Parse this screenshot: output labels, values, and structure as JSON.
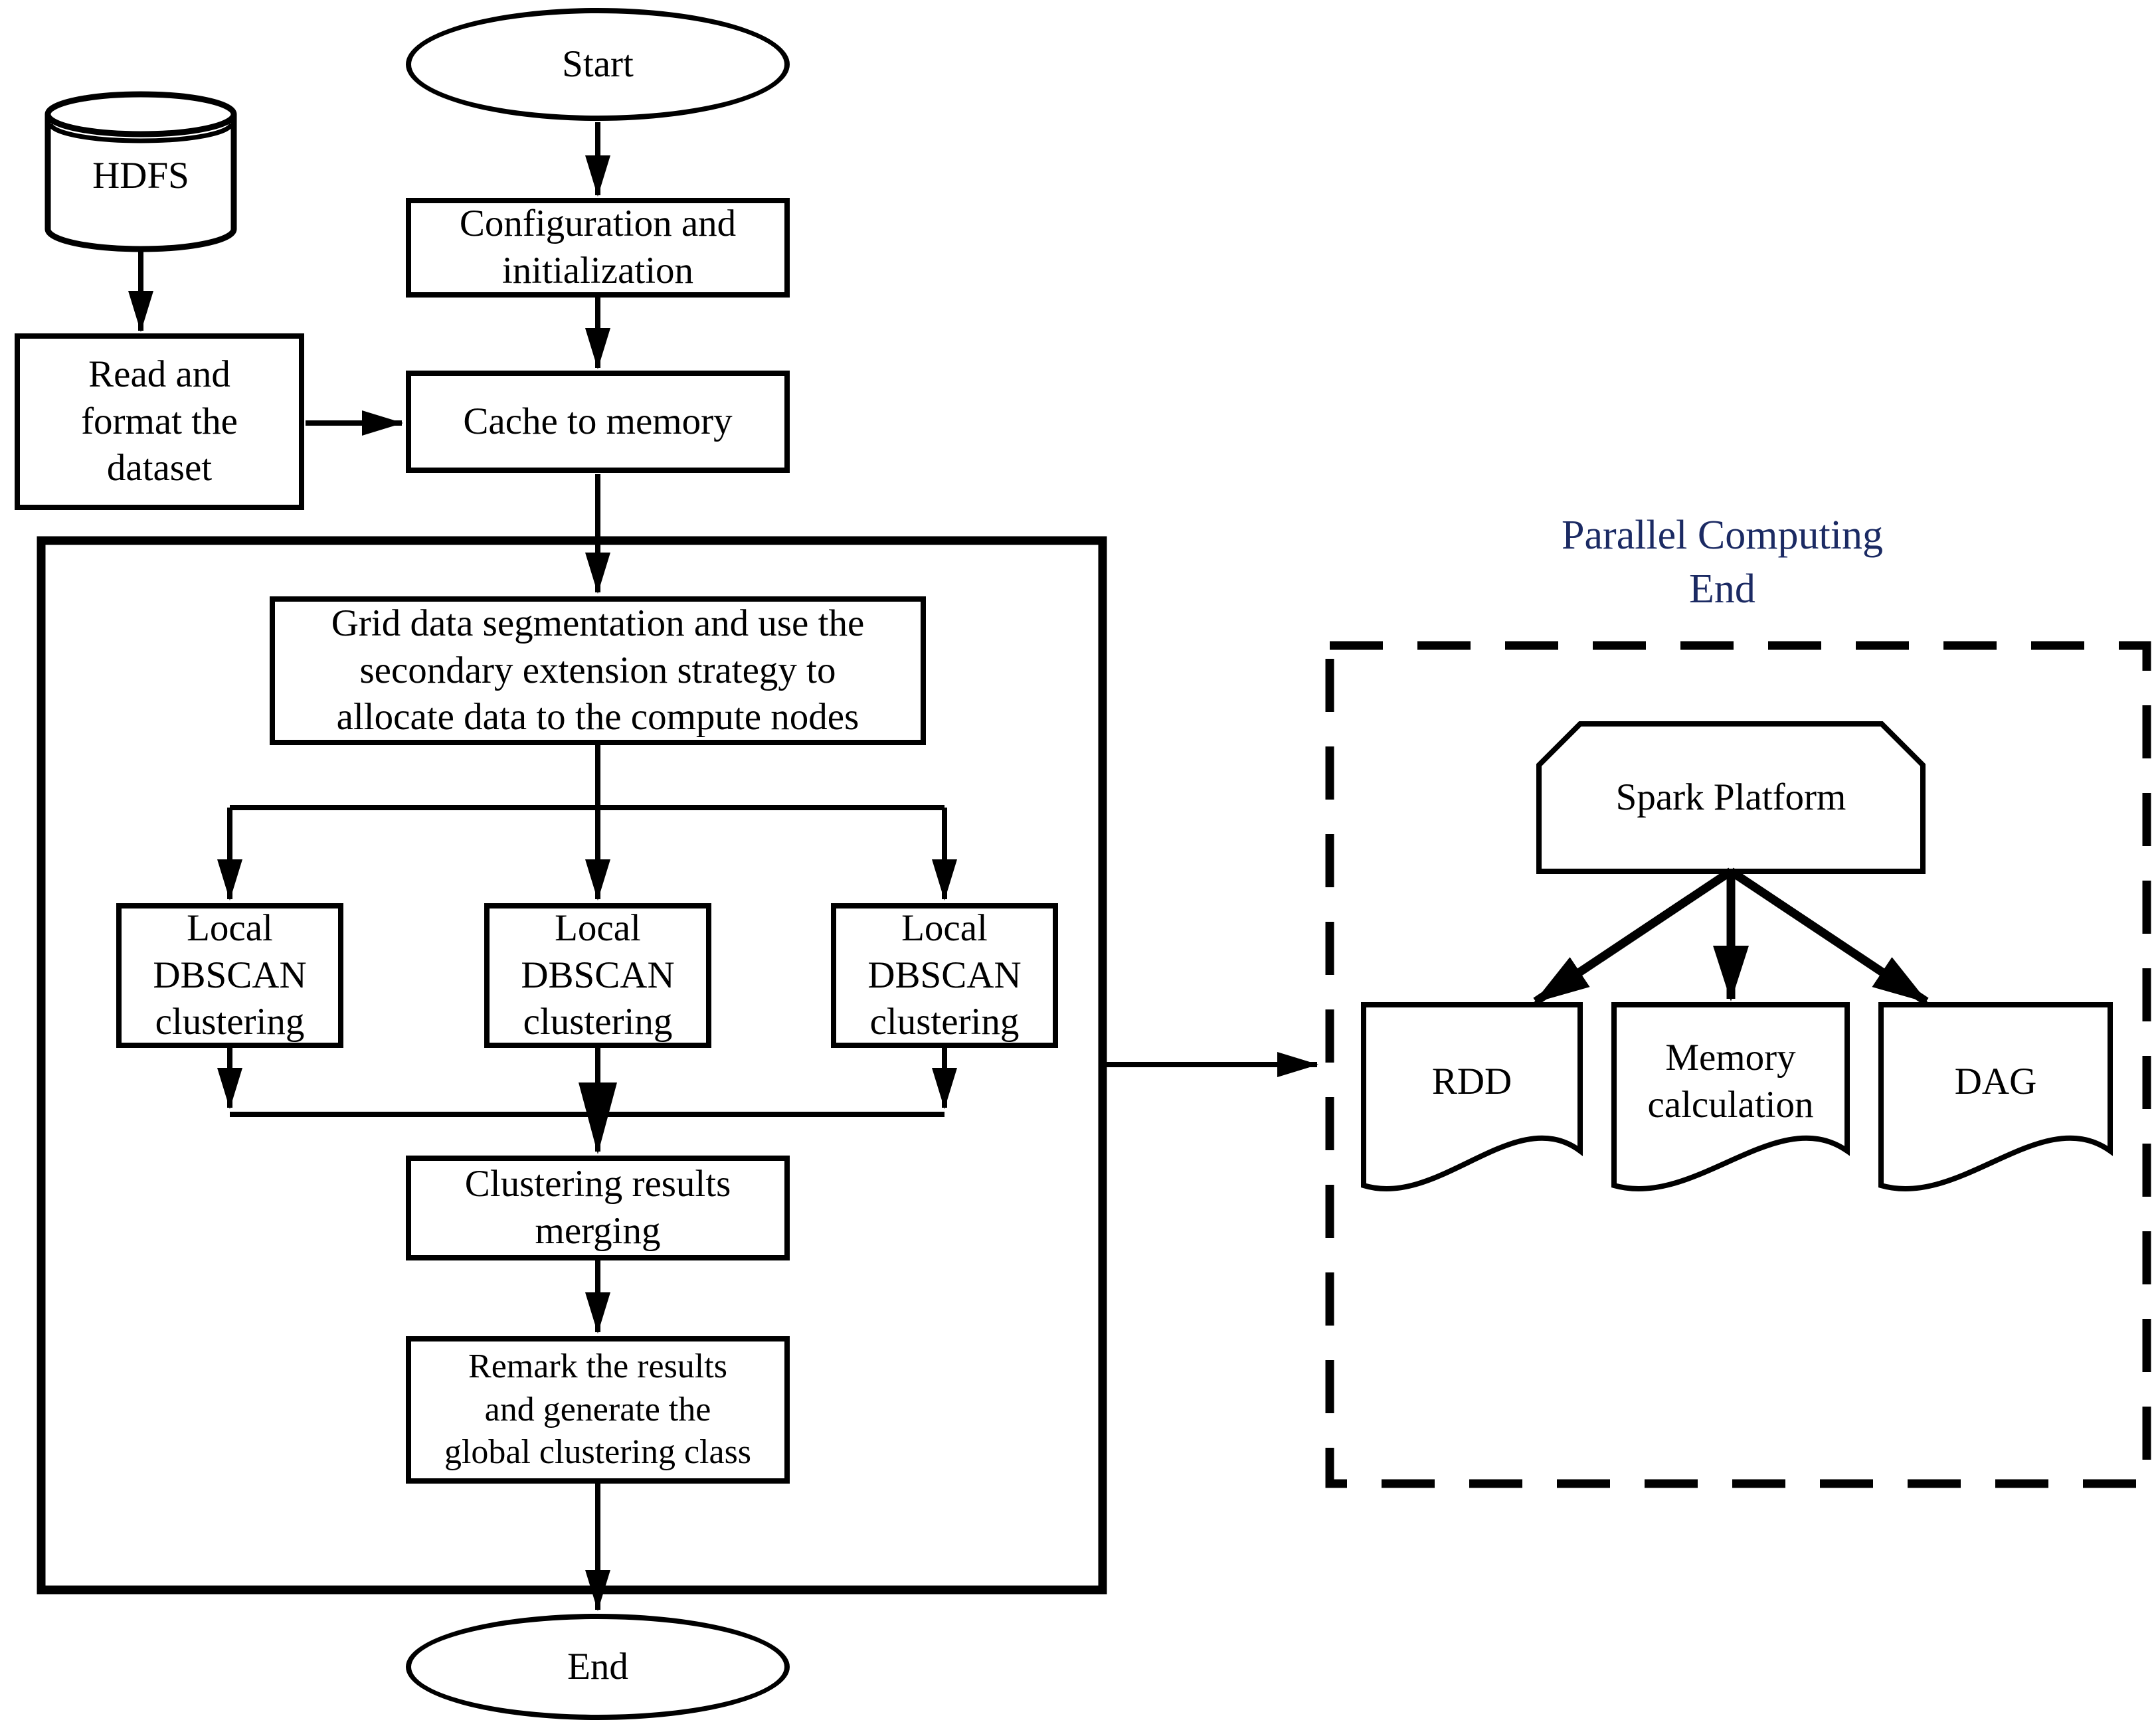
{
  "colors": {
    "ink": "#000000",
    "panel_label": "#1b2a63",
    "background": "#ffffff"
  },
  "flowchart": {
    "start_label": "Start",
    "hdfs_label": "HDFS",
    "config_label": "Configuration and\ninitialization",
    "read_label": "Read and\nformat the\ndataset",
    "cache_label": "Cache to memory",
    "grid_label": "Grid data segmentation and use the\nsecondary extension strategy to\nallocate data to the compute nodes",
    "local_dbscan_left_label": "Local\nDBSCAN\nclustering",
    "local_dbscan_middle_label": "Local\nDBSCAN\nclustering",
    "local_dbscan_right_label": "Local\nDBSCAN\nclustering",
    "merge_label": "Clustering results\nmerging",
    "remark_label": "Remark the results\nand generate the\nglobal clustering class",
    "end_label": "End"
  },
  "parallel_panel": {
    "title": "Parallel Computing\nEnd",
    "spark_label": "Spark Platform",
    "rdd_label": "RDD",
    "memory_label": "Memory\ncalculation",
    "dag_label": "DAG"
  }
}
